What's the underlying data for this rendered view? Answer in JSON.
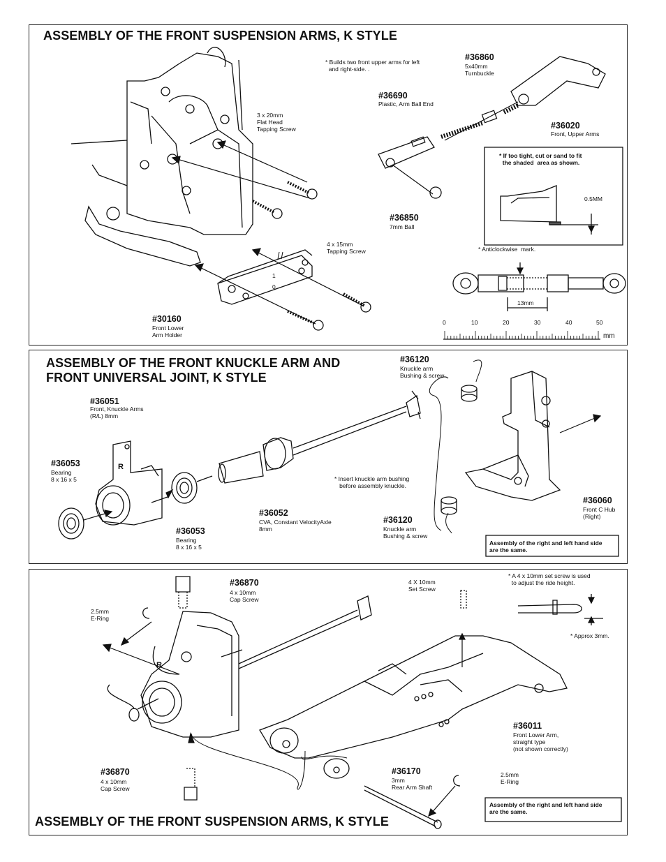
{
  "panel1": {
    "title": "ASSEMBLY OF THE FRONT SUSPENSION ARMS, K STYLE",
    "note_builds": "* Builds two front upper arms for left\n  and right-side. .",
    "parts": [
      {
        "no": "#36860",
        "desc": "5x40mm\nTurnbuckle"
      },
      {
        "no": "#36690",
        "desc": "Plastic, Arm Ball End"
      },
      {
        "no": "#36020",
        "desc": "Front, Upper Arms"
      },
      {
        "no": "#36850",
        "desc": "7mm Ball"
      },
      {
        "no": "#30160",
        "desc": "Front Lower\nArm Holder"
      }
    ],
    "screw_a": "3 x 20mm\nFlat Head\nTapping Screw",
    "screw_b": "4 x 15mm\nTapping Screw",
    "holder_marks": [
      "1",
      "0"
    ],
    "tight_note": "* If too tight, cut or sand to fit\n  the shaded  area as shown.",
    "dim_05": "0.5MM",
    "anticlockwise": "* Anticlockwise  mark.",
    "dim_13": "13mm",
    "ruler": {
      "ticks": [
        "0",
        "10",
        "20",
        "30",
        "40",
        "50"
      ],
      "unit": "mm"
    }
  },
  "panel2": {
    "title_line1": "ASSEMBLY OF THE FRONT KNUCKLE ARM  AND",
    "title_line2": "FRONT UNIVERSAL JOINT, K STYLE",
    "parts": [
      {
        "no": "#36120",
        "desc": "Knuckle arm\nBushing & screw"
      },
      {
        "no": "#36051",
        "desc": "Front, Knuckle Arms\n(R/L) 8mm"
      },
      {
        "no": "#36053",
        "desc": "Bearing\n8 x 16 x 5"
      },
      {
        "no": "#36053",
        "desc": "Bearing\n8 x 16 x 5"
      },
      {
        "no": "#36052",
        "desc": "CVA, Constant VelocityAxle\n8mm"
      },
      {
        "no": "#36120",
        "desc": "Knuckle arm\nBushing & screw"
      },
      {
        "no": "#36060",
        "desc": "Front C Hub\n(Right)"
      }
    ],
    "insert_note": "* Insert knuckle arm bushing\n   before assembly knuckle.",
    "same_note": "Assembly of the right and left hand side\nare the same.",
    "knuckle_mark": "R"
  },
  "panel3": {
    "title": "ASSEMBLY OF THE FRONT SUSPENSION ARMS, K STYLE",
    "parts": [
      {
        "no": "#36870",
        "desc": "4 x 10mm\nCap Screw"
      },
      {
        "no": "#36870",
        "desc": "4 x 10mm\nCap Screw"
      },
      {
        "no": "#36011",
        "desc": "Front Lower Arm,\nstraight type\n(not shown correctly)"
      },
      {
        "no": "#36170",
        "desc": "3mm\nRear Arm Shaft"
      }
    ],
    "ering_left": "2.5mm\nE-Ring",
    "ering_right": "2.5mm\nE-Ring",
    "set_screw": "4 X 10mm\nSet Screw",
    "ride_note": "* A 4 x 10mm set screw is used\n  to adjust the ride height.",
    "approx": "* Approx 3mm.",
    "same_note": "Assembly of the right and left hand side\nare the same.",
    "knuckle_mark": "R"
  }
}
